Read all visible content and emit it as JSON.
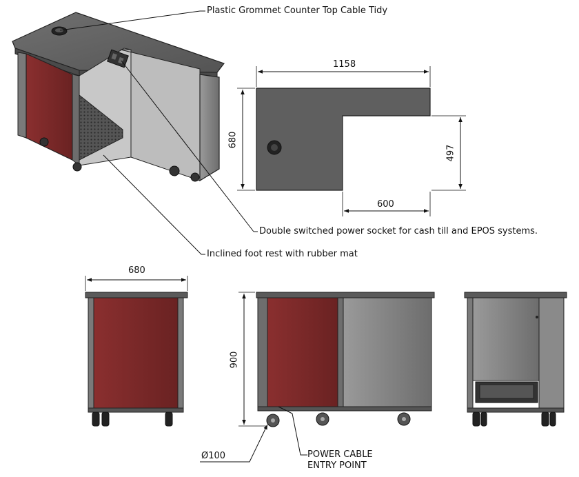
{
  "annotations": {
    "grommet": "Plastic Grommet Counter Top Cable Tidy",
    "socket": "Double switched power socket for cash till and EPOS systems.",
    "footrest": "Inclined foot rest with rubber mat",
    "power_entry_line1": "POWER CABLE",
    "power_entry_line2": "ENTRY POINT"
  },
  "dimensions": {
    "plan_width": "1158",
    "plan_depth": "680",
    "plan_return_depth": "497",
    "plan_return_width": "600",
    "side_width": "680",
    "height": "900",
    "castor": "Ø100"
  },
  "colors": {
    "panel_red": "#7a2828",
    "top_grey": "#5e5e5e",
    "body_grey": "#8c8c8c",
    "outline": "#222222"
  }
}
